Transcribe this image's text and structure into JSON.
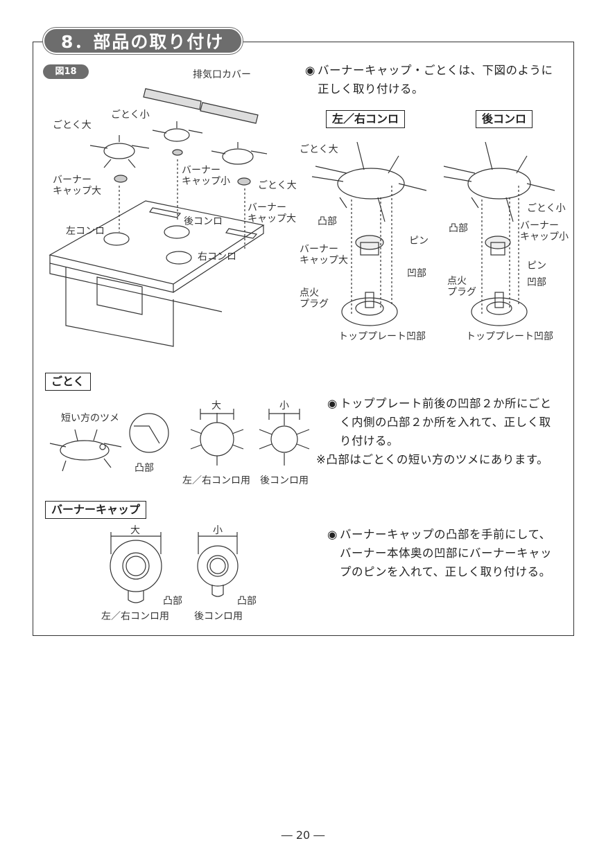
{
  "section_title": "8．部品の取り付け",
  "figure_label": "図18",
  "fig18_labels": {
    "exhaust_cover": "排気口カバー",
    "gotoku_small": "ごとく小",
    "gotoku_large": "ごとく大",
    "gotoku_large2": "ごとく大",
    "burner_cap_large": "バーナー\nキャップ大",
    "burner_cap_small": "バーナー\nキャップ小",
    "burner_cap_large2": "バーナー\nキャップ大",
    "left_stove": "左コンロ",
    "rear_stove": "後コンロ",
    "right_stove": "右コンロ"
  },
  "intro": {
    "bullet": "◉",
    "text": "バーナーキャップ・ごとくは、下図のように\n正しく取り付ける。"
  },
  "left_right": {
    "heading": "左／右コンロ",
    "gotoku": "ごとく大",
    "protrusion": "凸部",
    "cap": "バーナー\nキャップ大",
    "pin": "ピン",
    "recess": "凹部",
    "ignition": "点火\nプラグ",
    "top_plate": "トッププレート凹部"
  },
  "rear": {
    "heading": "後コンロ",
    "gotoku": "ごとく小",
    "protrusion": "凸部",
    "cap": "バーナー\nキャップ小",
    "pin": "ピン",
    "recess": "凹部",
    "ignition": "点火\nプラグ",
    "top_plate": "トッププレート凹部"
  },
  "gotoku_section": {
    "heading": "ごとく",
    "short_claw": "短い方のツメ",
    "protrusion": "凸部",
    "large": "大",
    "small": "小",
    "left_right_use": "左／右コンロ用",
    "rear_use": "後コンロ用",
    "bullet": "◉",
    "text": "トッププレート前後の凹部２か所にごと\nく内側の凸部２か所を入れて、正しく取\nり付ける。",
    "note": "※凸部はごとくの短い方のツメにあります。"
  },
  "burner_cap_section": {
    "heading": "バーナーキャップ",
    "large": "大",
    "small": "小",
    "protrusion_l": "凸部",
    "protrusion_s": "凸部",
    "left_right_use": "左／右コンロ用",
    "rear_use": "後コンロ用",
    "bullet": "◉",
    "text": "バーナーキャップの凸部を手前にして、\nバーナー本体奥の凹部にバーナーキャッ\nプのピンを入れて、正しく取り付ける。"
  },
  "page_number": "― 20 ―"
}
